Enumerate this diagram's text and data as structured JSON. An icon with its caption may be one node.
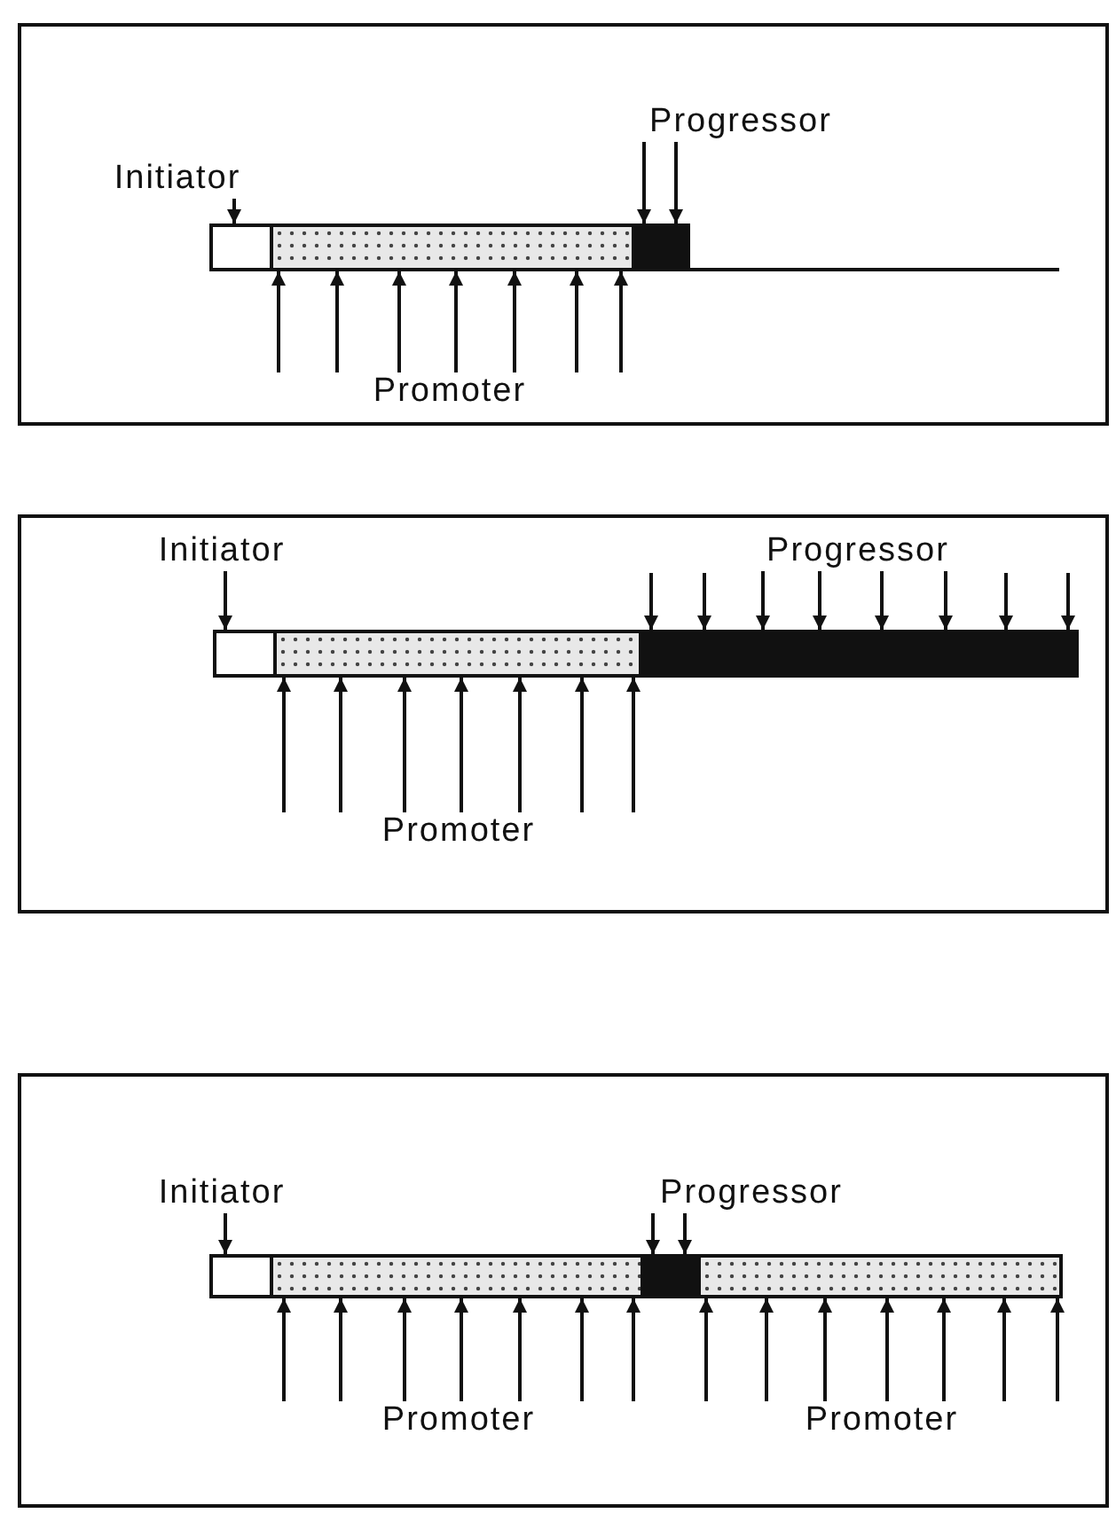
{
  "diagram": {
    "nodes": [
      {
        "text": [],
        "shape": "box"
      },
      {
        "text": [
          "Initiator"
        ],
        "in": 0
      },
      {
        "text": [
          "Progressor"
        ],
        "in": 0
      },
      {
        "text": [],
        "shape": "bar",
        "in": 0
      },
      {
        "text": [],
        "shape": "bar",
        "in": 0
      },
      {
        "text": [],
        "shape": "bar",
        "in": 0
      },
      {
        "text": [
          "Promoter"
        ],
        "in": 0
      },
      {
        "text": [],
        "shape": "box"
      },
      {
        "text": [
          "Initiator"
        ],
        "in": 7
      },
      {
        "text": [
          "Progressor"
        ],
        "in": 7
      },
      {
        "text": [],
        "shape": "bar",
        "in": 7
      },
      {
        "text": [],
        "shape": "bar",
        "in": 7
      },
      {
        "text": [],
        "shape": "bar",
        "in": 7
      },
      {
        "text": [
          "Promoter"
        ],
        "in": 7
      },
      {
        "text": [],
        "shape": "box"
      },
      {
        "text": [
          "Initiator"
        ],
        "in": 14
      },
      {
        "text": [
          "Progressor"
        ],
        "in": 14
      },
      {
        "text": [],
        "shape": "bar",
        "in": 14
      },
      {
        "text": [],
        "shape": "bar",
        "in": 14
      },
      {
        "text": [],
        "shape": "bar",
        "in": 14
      },
      {
        "text": [],
        "shape": "bar",
        "in": 14
      },
      {
        "text": [
          "Promoter"
        ],
        "in": 14
      },
      {
        "text": [
          "Promoter"
        ],
        "in": 14
      }
    ],
    "edges": [
      {
        "from": 1,
        "to": 3,
        "arrow": "to"
      },
      {
        "from": 2,
        "to": 5,
        "arrow": "to"
      },
      {
        "from": 2,
        "to": 5,
        "arrow": "to"
      },
      {
        "from": 6,
        "to": 4,
        "arrow": "to"
      },
      {
        "from": 6,
        "to": 4,
        "arrow": "to"
      },
      {
        "from": 6,
        "to": 4,
        "arrow": "to"
      },
      {
        "from": 6,
        "to": 4,
        "arrow": "to"
      },
      {
        "from": 6,
        "to": 4,
        "arrow": "to"
      },
      {
        "from": 6,
        "to": 4,
        "arrow": "to"
      },
      {
        "from": 6,
        "to": 4,
        "arrow": "to"
      },
      {
        "from": 8,
        "to": 10,
        "arrow": "to"
      },
      {
        "from": null,
        "to": 12,
        "arrow": "to"
      },
      {
        "from": null,
        "to": 12,
        "arrow": "to"
      },
      {
        "from": 9,
        "to": 12,
        "arrow": "to"
      },
      {
        "from": 9,
        "to": 12,
        "arrow": "to"
      },
      {
        "from": 9,
        "to": 12,
        "arrow": "to"
      },
      {
        "from": 9,
        "to": 12,
        "arrow": "to"
      },
      {
        "from": null,
        "to": 12,
        "arrow": "to"
      },
      {
        "from": null,
        "to": 12,
        "arrow": "to"
      },
      {
        "from": 13,
        "to": 11,
        "arrow": "to"
      },
      {
        "from": 13,
        "to": 11,
        "arrow": "to"
      },
      {
        "from": 13,
        "to": 11,
        "arrow": "to"
      },
      {
        "from": 13,
        "to": 11,
        "arrow": "to"
      },
      {
        "from": 13,
        "to": 11,
        "arrow": "to"
      },
      {
        "from": 13,
        "to": 11,
        "arrow": "to"
      },
      {
        "from": 13,
        "to": 11,
        "arrow": "to"
      },
      {
        "from": 15,
        "to": 17,
        "arrow": "to"
      },
      {
        "from": 16,
        "to": 19,
        "arrow": "to"
      },
      {
        "from": 16,
        "to": 19,
        "arrow": "to"
      },
      {
        "from": 21,
        "to": 18,
        "arrow": "to"
      },
      {
        "from": 21,
        "to": 18,
        "arrow": "to"
      },
      {
        "from": 21,
        "to": 18,
        "arrow": "to"
      },
      {
        "from": 21,
        "to": 18,
        "arrow": "to"
      },
      {
        "from": 21,
        "to": 18,
        "arrow": "to"
      },
      {
        "from": 21,
        "to": 18,
        "arrow": "to"
      },
      {
        "from": 21,
        "to": 18,
        "arrow": "to"
      },
      {
        "from": 22,
        "to": 20,
        "arrow": "to"
      },
      {
        "from": 22,
        "to": 20,
        "arrow": "to"
      },
      {
        "from": 22,
        "to": 20,
        "arrow": "to"
      },
      {
        "from": 22,
        "to": 20,
        "arrow": "to"
      },
      {
        "from": 22,
        "to": 20,
        "arrow": "to"
      },
      {
        "from": 22,
        "to": 20,
        "arrow": "to"
      },
      {
        "from": 22,
        "to": 20,
        "arrow": "to"
      }
    ]
  }
}
